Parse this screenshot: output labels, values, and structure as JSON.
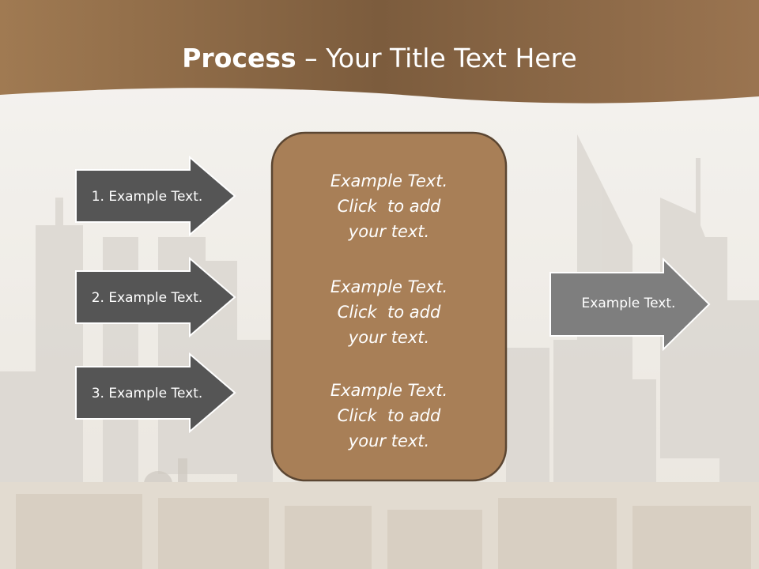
{
  "slide": {
    "title_bold": "Process",
    "title_dash": " – ",
    "title_rest": "Your Title Text Here"
  },
  "arrows": [
    {
      "label": "1. Example Text."
    },
    {
      "label": "2. Example Text."
    },
    {
      "label": "3. Example Text."
    }
  ],
  "output_arrow": {
    "label": "Example Text."
  },
  "center_panel": {
    "paragraphs": [
      {
        "line1": "Example Text.",
        "line2": "Click  to add",
        "line3": "your text."
      },
      {
        "line1": "Example Text.",
        "line2": "Click  to add",
        "line3": "your text."
      },
      {
        "line1": "Example Text.",
        "line2": "Click  to add",
        "line3": "your text."
      }
    ]
  },
  "colors": {
    "header": "#8d6a4a",
    "panel_fill": "#a87f57",
    "panel_stroke": "#5b4632",
    "arrow_dark": "#555555",
    "arrow_light": "#7e7e7e"
  }
}
